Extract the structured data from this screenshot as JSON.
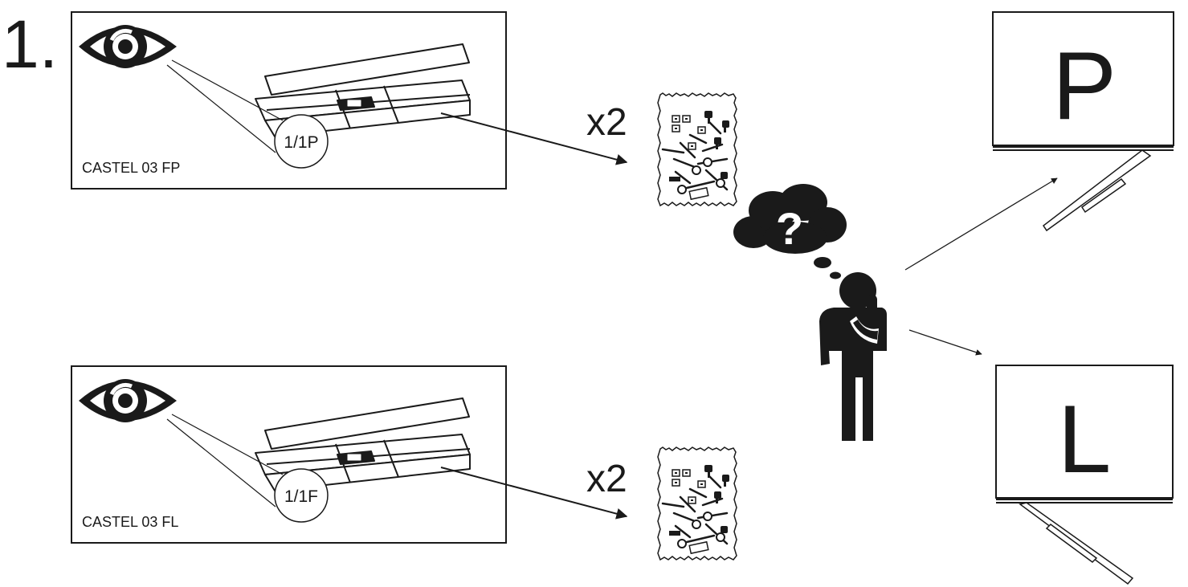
{
  "step": {
    "number": "1."
  },
  "panels": [
    {
      "code": "CASTEL 03 FP",
      "box_label": "1/1P",
      "quantity": "x2"
    },
    {
      "code": "CASTEL 03 FL",
      "box_label": "1/1F",
      "quantity": "x2"
    }
  ],
  "thought": {
    "symbol": "?"
  },
  "options": [
    {
      "letter": "P"
    },
    {
      "letter": "L"
    }
  ],
  "icons": [
    "eye-icon",
    "hardware-bag-icon",
    "thought-cloud-icon",
    "thinking-person-icon",
    "cabinet-door-icon"
  ]
}
